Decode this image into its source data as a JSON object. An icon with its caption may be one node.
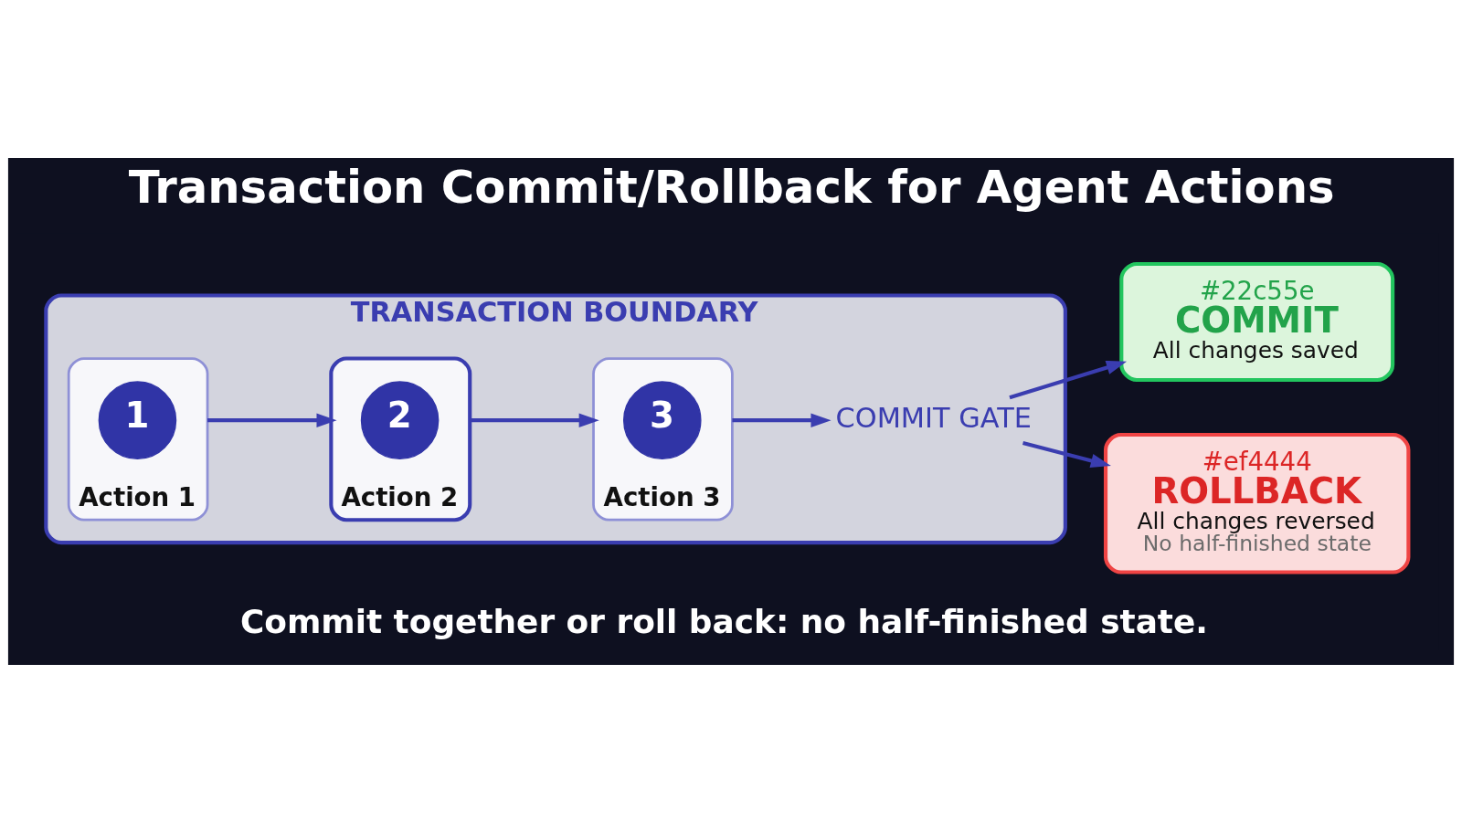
{
  "diagram": {
    "title": "Transaction Commit/Rollback for Agent Actions",
    "caption": "Commit together or roll back: no half-finished state.",
    "nodes": [
      {
        "text": [
          "TRANSACTION BOUNDARY"
        ]
      },
      {
        "text": [
          "Action 1"
        ],
        "in": 0
      },
      {
        "text": [
          "1"
        ],
        "in": 1
      },
      {
        "text": [
          "Action 2"
        ],
        "in": 0
      },
      {
        "text": [
          "2"
        ],
        "in": 3
      },
      {
        "text": [
          "Action 3"
        ],
        "in": 0
      },
      {
        "text": [
          "3"
        ],
        "in": 5
      },
      {
        "text": [
          "COMMIT GATE"
        ],
        "in": 0
      },
      {
        "text": [
          "#22c55e",
          "COMMIT",
          "All changes saved"
        ]
      },
      {
        "text": [
          "#ef4444",
          "ROLLBACK",
          "All changes reversed",
          "No half-finished state"
        ]
      }
    ],
    "edges": [
      {
        "from": 1,
        "to": 3,
        "arrow": "to"
      },
      {
        "from": 3,
        "to": 5,
        "arrow": "to"
      },
      {
        "from": 5,
        "to": 7,
        "arrow": "to"
      },
      {
        "from": 7,
        "to": 8,
        "arrow": "to"
      },
      {
        "from": 7,
        "to": 9,
        "arrow": "to"
      }
    ]
  }
}
